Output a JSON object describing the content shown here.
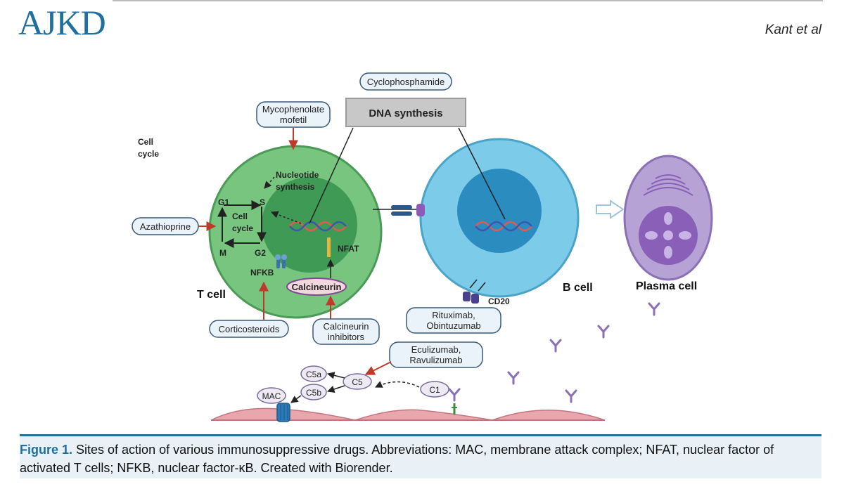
{
  "header": {
    "journal": "AJKD",
    "authors": "Kant et al"
  },
  "figure": {
    "drug_labels": {
      "cyclophosphamide": "Cyclophosphamide",
      "mycophenolate_line1": "Mycophenolate",
      "mycophenolate_line2": "mofetil",
      "azathioprine": "Azathioprine",
      "corticosteroids": "Corticosteroids",
      "calcineurin_inhibitors_line1": "Calcineurin",
      "calcineurin_inhibitors_line2": "inhibitors",
      "rituximab_line1": "Rituximab,",
      "rituximab_line2": "Obintuzumab",
      "eculizumab_line1": "Eculizumab,",
      "eculizumab_line2": "Ravulizumab"
    },
    "labels": {
      "dna_synthesis": "DNA synthesis",
      "cell_cycle_corner_line1": "Cell",
      "cell_cycle_corner_line2": "cycle",
      "nucleotide_line1": "Nucleotide",
      "nucleotide_line2": "synthesis",
      "g1": "G1",
      "s": "S",
      "m": "M",
      "g2": "G2",
      "cycle_line1": "Cell",
      "cycle_line2": "cycle",
      "nfkb": "NFKB",
      "nfat": "NFAT",
      "calcineurin": "Calcineurin",
      "t_cell": "T cell",
      "b_cell": "B cell",
      "plasma_cell": "Plasma cell",
      "cd20": "CD20",
      "c5a": "C5a",
      "c5b": "C5b",
      "c5": "C5",
      "c1": "C1",
      "mac": "MAC"
    }
  },
  "caption": {
    "label": "Figure 1.",
    "text": " Sites of action of various immunosuppressive drugs. Abbreviations: MAC, membrane attack complex; NFAT, nuclear factor of activated T cells; NFKB, nuclear factor-κB. Created with Biorender."
  },
  "colors": {
    "brand_blue": "#1f6f9f",
    "inhibitory_arrow": "#c0392b",
    "t_cell": "#78c57f",
    "t_cell_nucleus": "#3f9a55",
    "b_cell": "#7ccbe8",
    "b_cell_nucleus": "#2a8cbf",
    "plasma_cell": "#b7a2d6",
    "plasma_nucleus": "#8a5fb7",
    "drug_box_border": "#3a5a78",
    "drug_box_fill": "#eaf2fa"
  }
}
